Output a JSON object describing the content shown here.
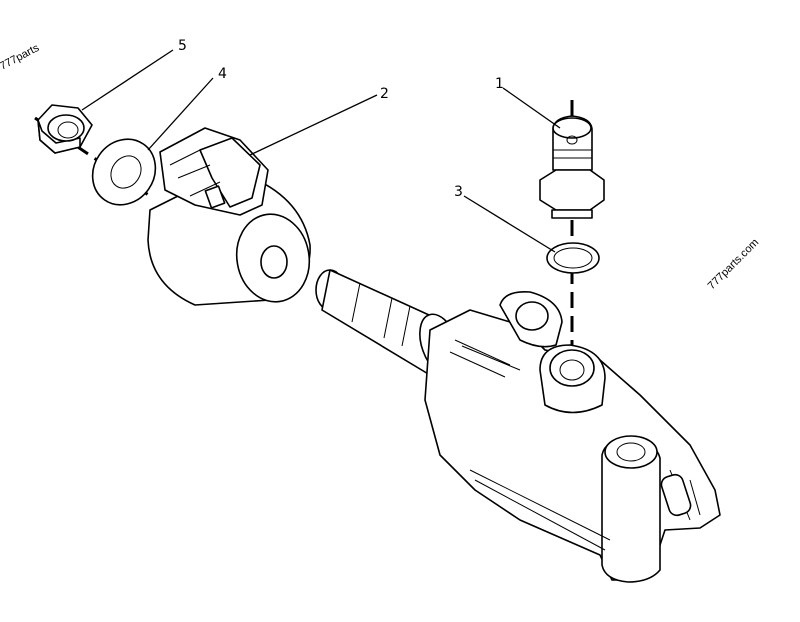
{
  "diagram": {
    "callouts": [
      {
        "id": "1",
        "label": "1"
      },
      {
        "id": "2",
        "label": "2"
      },
      {
        "id": "3",
        "label": "3"
      },
      {
        "id": "4",
        "label": "4"
      },
      {
        "id": "5",
        "label": "5"
      }
    ],
    "watermark_left": "777parts",
    "watermark_right": "777parts.com"
  }
}
